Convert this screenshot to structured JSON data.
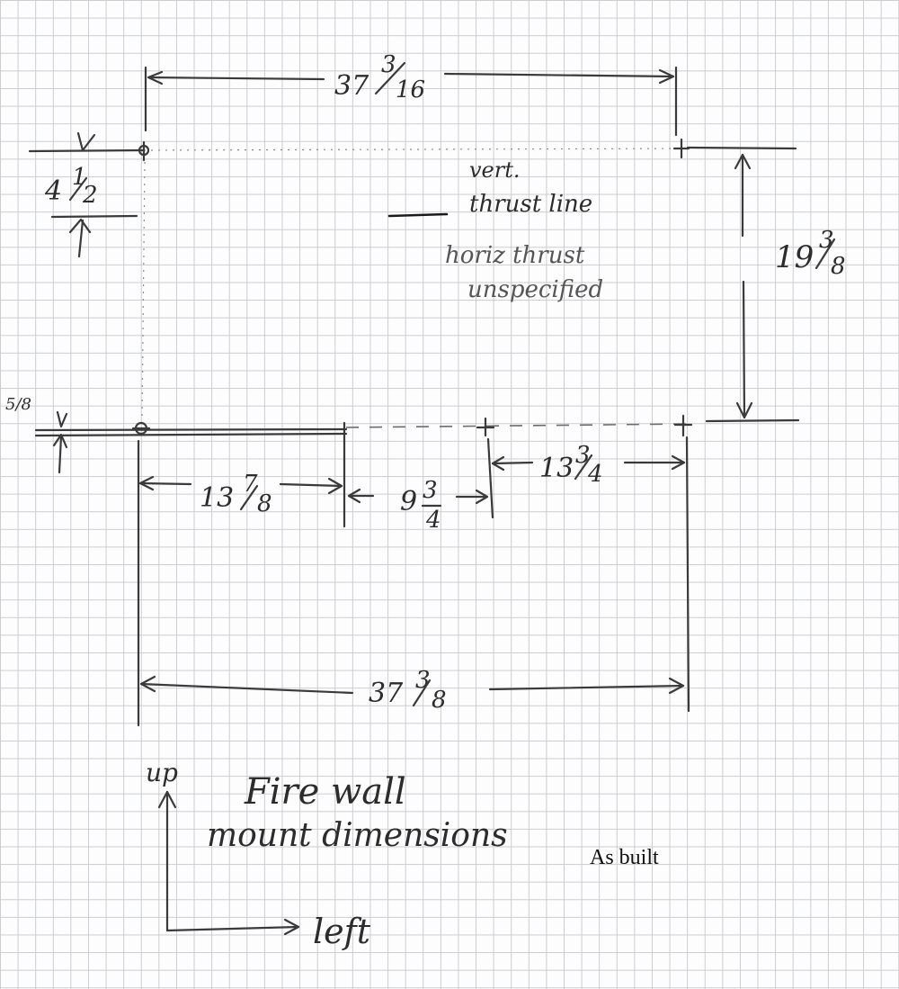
{
  "dimensions": {
    "top_width": {
      "whole": "37",
      "num": "3",
      "den": "16"
    },
    "vertical_spacing": {
      "whole": "19",
      "num": "3",
      "den": "8"
    },
    "left_offset": {
      "whole": "4",
      "num": "1",
      "den": "2"
    },
    "small_offset": "5/8",
    "bottom_left_seg": {
      "whole": "13",
      "num": "7",
      "den": "8"
    },
    "bottom_mid_seg": {
      "whole": "9",
      "num": "3",
      "den": "4"
    },
    "bottom_right_seg": {
      "whole": "13",
      "num": "3",
      "den": "4"
    },
    "bottom_width": {
      "whole": "37",
      "num": "3",
      "den": "8"
    }
  },
  "notes": {
    "vert_line1": "vert.",
    "vert_line2": "thrust line",
    "horiz_line1": "horiz thrust",
    "horiz_line2": "unspecified"
  },
  "caption": {
    "line1": "Fire wall",
    "line2": "mount dimensions"
  },
  "axes": {
    "up": "up",
    "left": "left"
  },
  "stamp": "As built",
  "colors": {
    "ink": "#2c2c2c",
    "grid": "#c9ccd2",
    "paper": "#fdfdfd"
  }
}
